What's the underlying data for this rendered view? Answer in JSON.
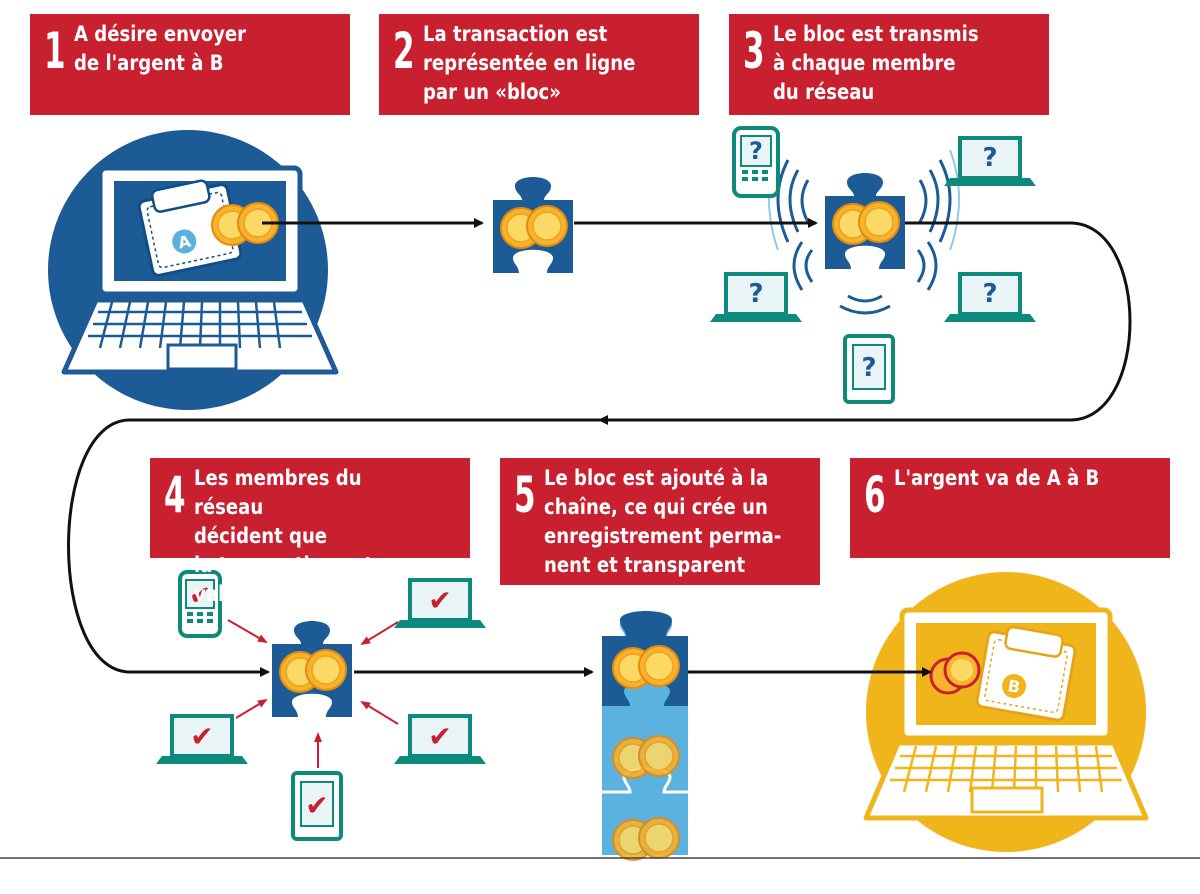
{
  "colors": {
    "red": "#c8202e",
    "blue": "#1d5b96",
    "light_blue": "#5cb2de",
    "teal": "#0e8a7c",
    "gold": "#f1b51c",
    "coin": "#f6b32b",
    "arrow": "#111111"
  },
  "steps": [
    {
      "number": "1",
      "text": "A désire envoyer\nde l'argent à B"
    },
    {
      "number": "2",
      "text": "La transaction est\nreprésentée en ligne\npar un «bloc»"
    },
    {
      "number": "3",
      "text": "Le bloc est transmis\nà chaque membre\ndu réseau"
    },
    {
      "number": "4",
      "text": "Les membres du réseau\ndécident que\nla transaction est valide"
    },
    {
      "number": "5",
      "text": "Le bloc est ajouté à la\nchaîne, ce qui crée un\nenregistrement perma-\nnent et transparent"
    },
    {
      "number": "6",
      "text": "L'argent va de A à B"
    }
  ],
  "wallet_labels": {
    "sender": "A",
    "receiver": "B"
  },
  "device_marks": {
    "question": "?",
    "check": "✔"
  },
  "icons": [
    "laptop-icon",
    "wallet-icon",
    "coin-icon",
    "puzzle-block-icon",
    "smartphone-icon",
    "tablet-icon",
    "question-mark-icon",
    "checkmark-icon",
    "signal-waves-icon",
    "arrow-icon"
  ]
}
